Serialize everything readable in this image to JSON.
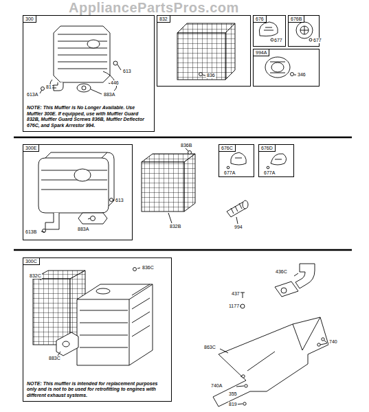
{
  "diagram": {
    "nodes": [
      {
        "text": [
          "300",
          "NOTE: This Muffler is No Longer Available. Use Muffler 300E. If equipped, use with Muffler Guard 832B, Muffler Guard Screws 836B, Muffler Deflector 676C, and Spark Arrestor 994."
        ]
      },
      {
        "text": [
          "832"
        ]
      },
      {
        "text": [
          "676"
        ]
      },
      {
        "text": [
          "676B"
        ]
      },
      {
        "text": [
          "994A"
        ]
      },
      {
        "text": [
          "300E"
        ]
      },
      {
        "text": [
          "676C"
        ]
      },
      {
        "text": [
          "676D"
        ]
      },
      {
        "text": [
          "300C",
          "NOTE: This muffler is intended for replacement purposes only and is not to be used for retrofitting to engines with different exhaust systems."
        ]
      }
    ],
    "labels": [
      "AppliancePartsPros.com",
      "613",
      "446",
      "81",
      "613A",
      "883A",
      "836",
      "677",
      "677",
      "346",
      "836B",
      "613",
      "832B",
      "994",
      "613B",
      "883A",
      "677A",
      "677A",
      "832C",
      "836C",
      "883C",
      "436C",
      "437",
      "1177",
      "740",
      "740A",
      "355",
      "863C",
      "819"
    ]
  }
}
